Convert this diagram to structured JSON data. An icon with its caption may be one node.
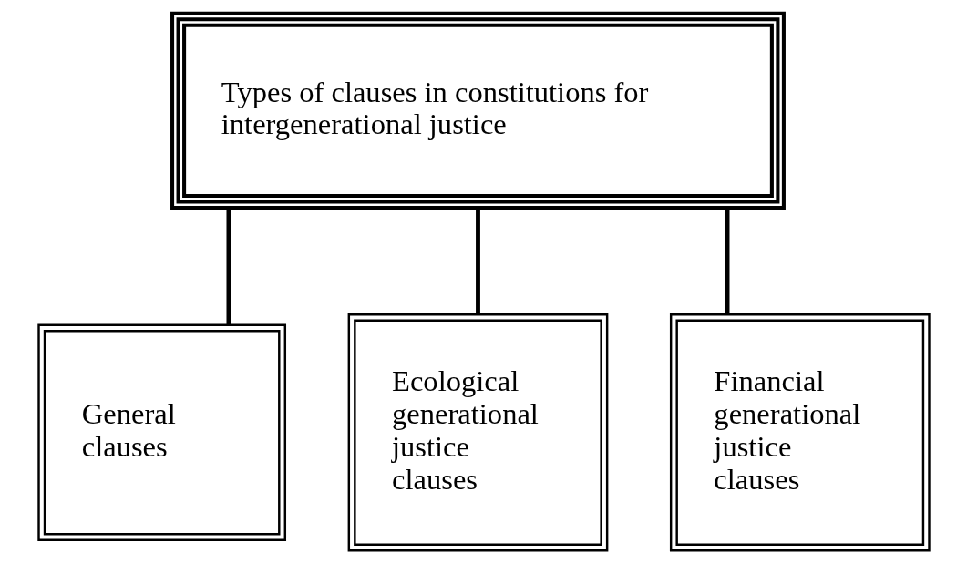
{
  "diagram": {
    "nodes": [
      {
        "text": [
          "Types of clauses in constitutions for intergenerational justice"
        ]
      },
      {
        "text": [
          "General clauses"
        ]
      },
      {
        "text": [
          "Ecological generational justice clauses"
        ]
      },
      {
        "text": [
          "Financial generational justice clauses"
        ]
      }
    ],
    "edges": [
      {
        "from": 0,
        "to": 1,
        "arrow": "none"
      },
      {
        "from": 0,
        "to": 2,
        "arrow": "none"
      },
      {
        "from": 0,
        "to": 3,
        "arrow": "none"
      }
    ]
  }
}
